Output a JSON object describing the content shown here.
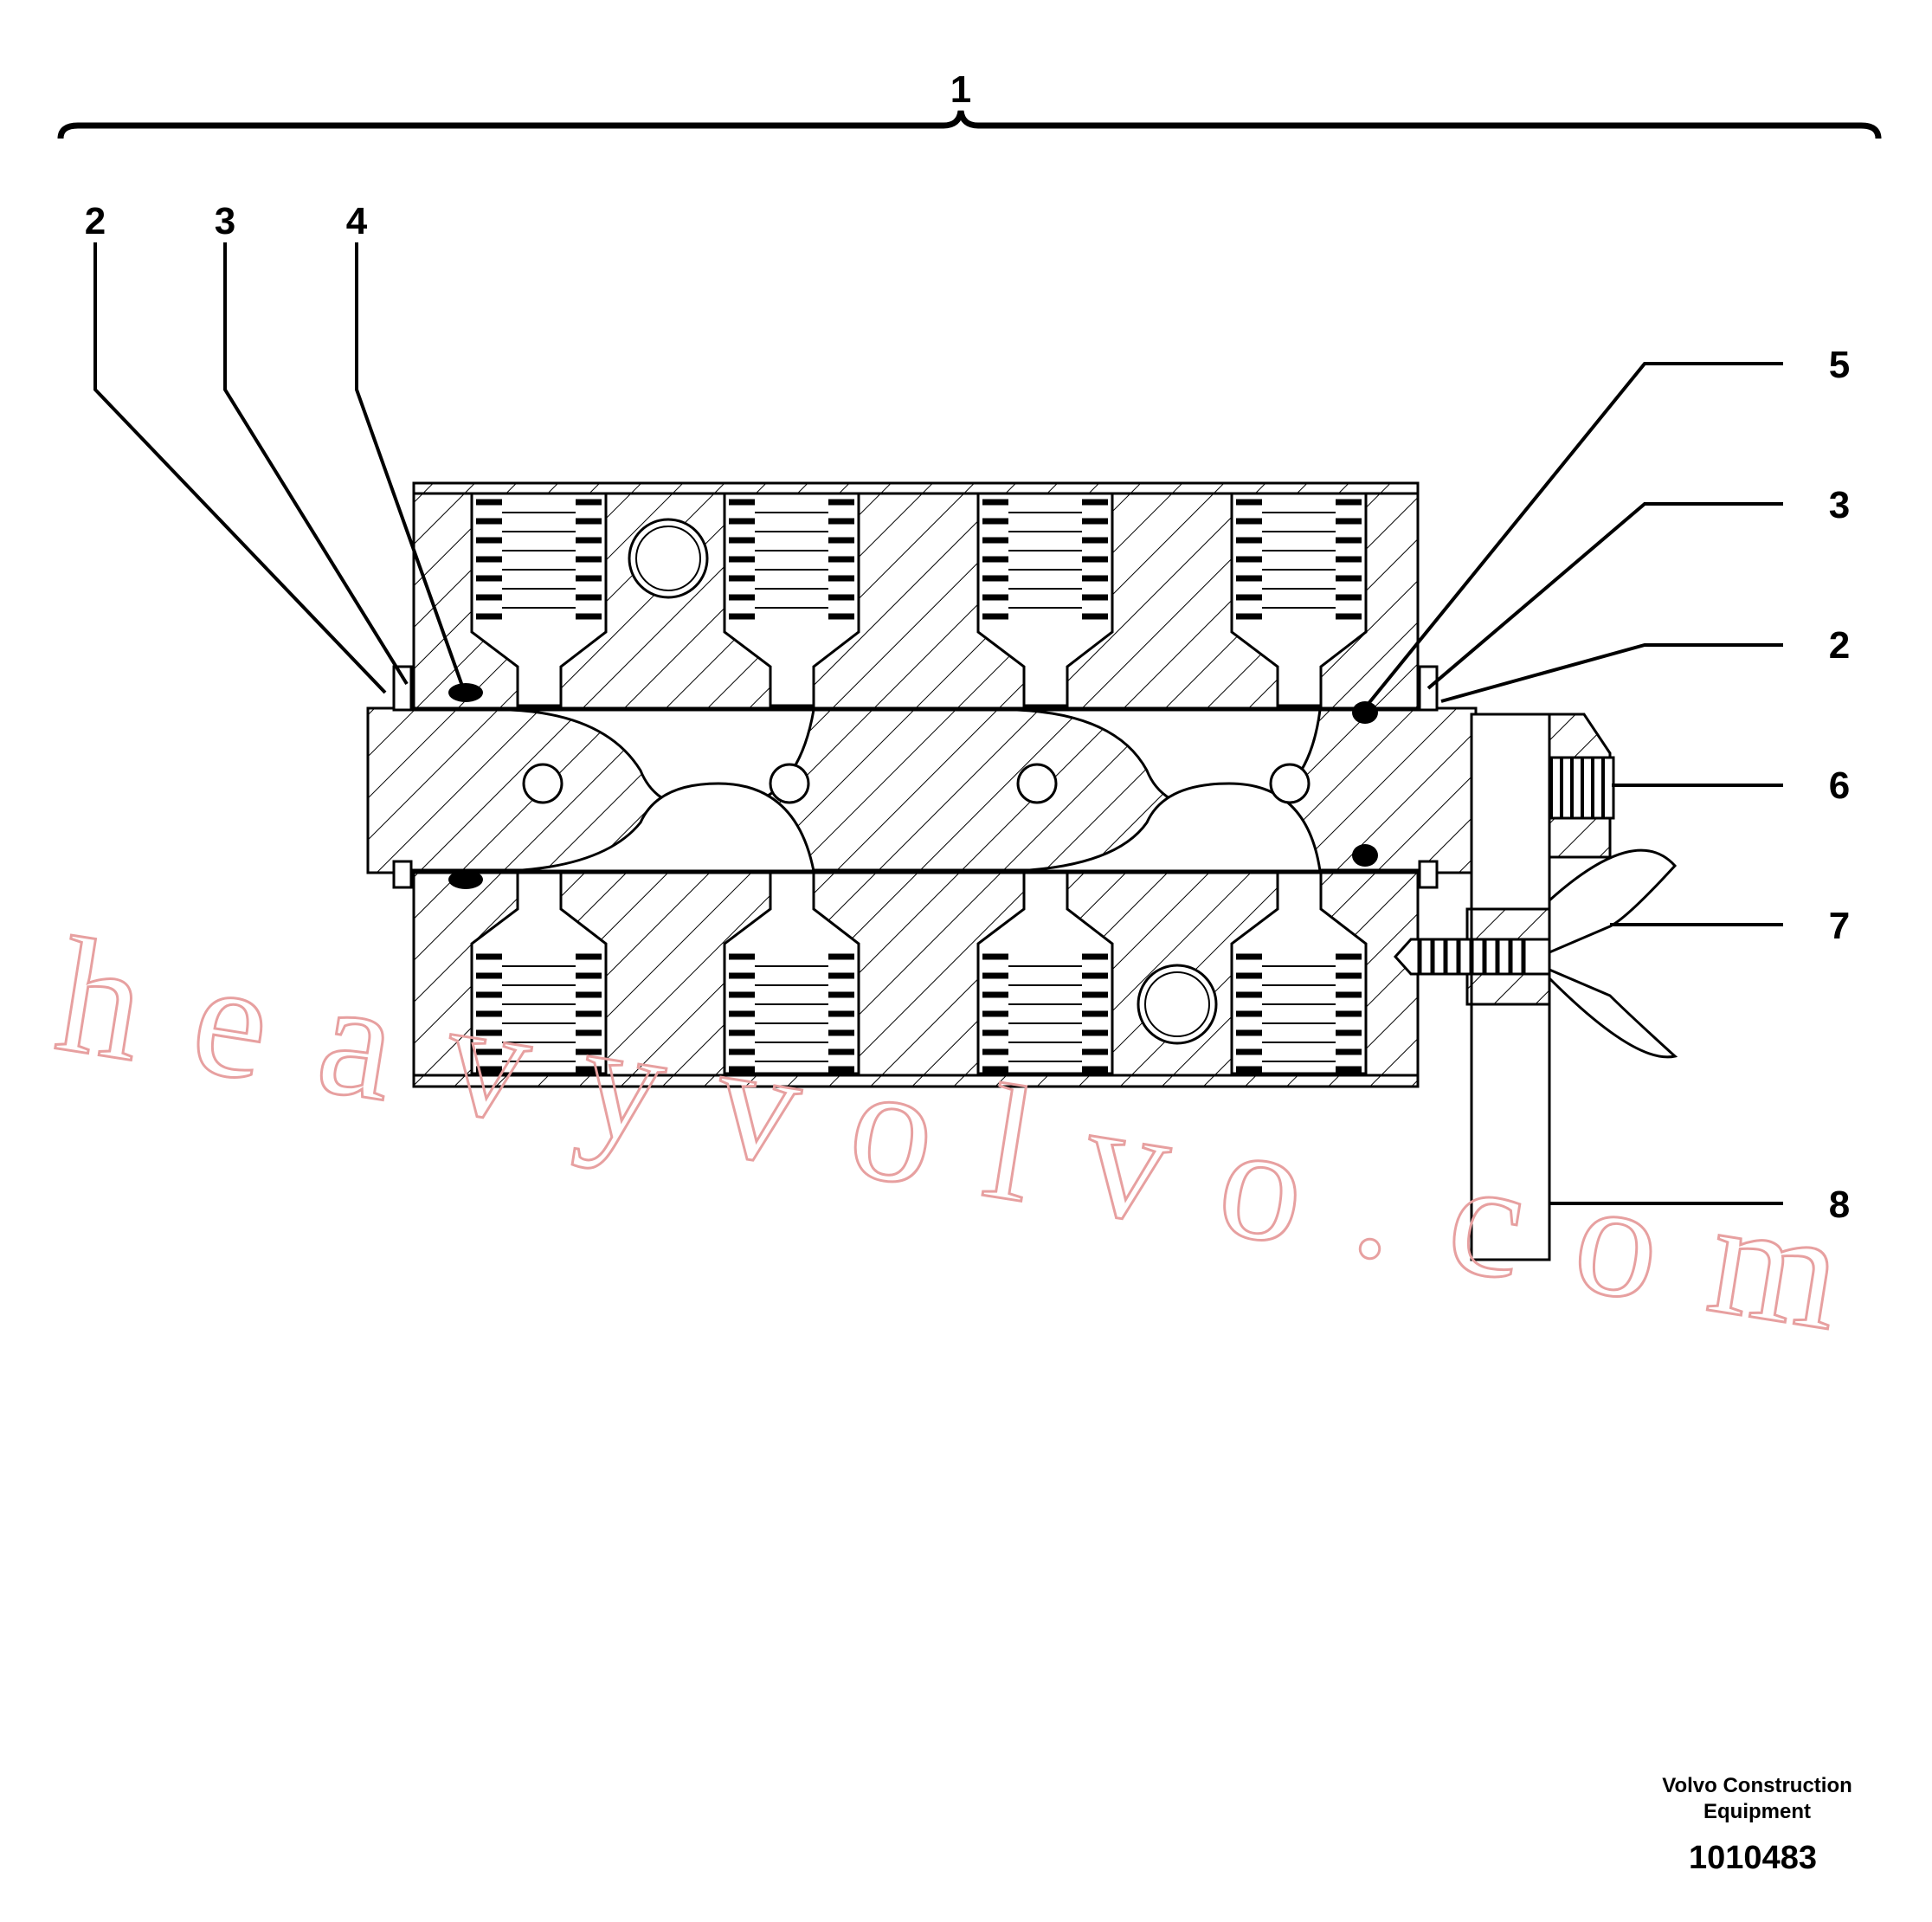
{
  "callouts": {
    "assembly": "1",
    "left_2": "2",
    "left_3": "3",
    "left_4": "4",
    "right_5": "5",
    "right_3": "3",
    "right_2": "2",
    "right_6": "6",
    "right_7": "7",
    "right_8": "8"
  },
  "footer": {
    "company_line1": "Volvo Construction",
    "company_line2": "Equipment",
    "drawing_number": "1010483"
  },
  "watermark": "heavyvolvo.com",
  "colors": {
    "line": "#000000",
    "watermark": "#e7a0a0",
    "background": "#ffffff"
  }
}
